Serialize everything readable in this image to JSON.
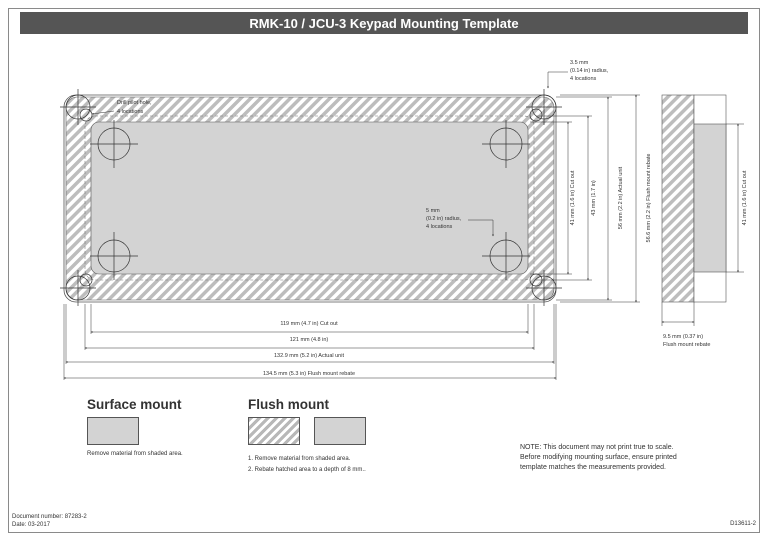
{
  "title": "RMK-10 / JCU-3 Keypad Mounting Template",
  "callouts": {
    "drill_line1": "Drill pilot hole,",
    "drill_line2": "4 locations",
    "r35_line1": "3.5 mm",
    "r35_line2": "(0.14 in) radius,",
    "r35_line3": "4 locations",
    "r5_line1": "5 mm",
    "r5_line2": "(0.2 in) radius,",
    "r5_line3": "4 locations"
  },
  "dimensions": {
    "w119": "119 mm (4.7 in) Cut out",
    "w121": "121 mm (4.8 in)",
    "w1329": "132.9 mm (5.2 in) Actual unit",
    "w1345": "134.5 mm (5.3 in) Flush mount rebate",
    "h41": "41 mm (1.6 in) Cut out",
    "h43": "43 mm (1.7 in)",
    "h56": "56 mm (2.2 in) Actual unit",
    "h566": "56.6 mm (2.2 in) Flush mount rebate",
    "side_h41": "41 mm (1.6 in) Cut out",
    "side_w95": "9.5 mm (0.37 in)",
    "side_w95_label": "Flush mount rebate"
  },
  "legend": {
    "surface_title": "Surface mount",
    "surface_caption": "Remove material from shaded area.",
    "flush_title": "Flush mount",
    "flush_step1": "1. Remove material from shaded area.",
    "flush_step2": "2. Rebate hatched area to a depth of 8 mm.."
  },
  "note": {
    "line1": "NOTE: This document may not print true to scale.",
    "line2": "Before modifying mounting surface, ensure printed",
    "line3": "template matches the measurements provided."
  },
  "footer": {
    "doc_number": "Document number: 87283-2",
    "date": "Date: 03-2017",
    "code": "D13611-2"
  }
}
